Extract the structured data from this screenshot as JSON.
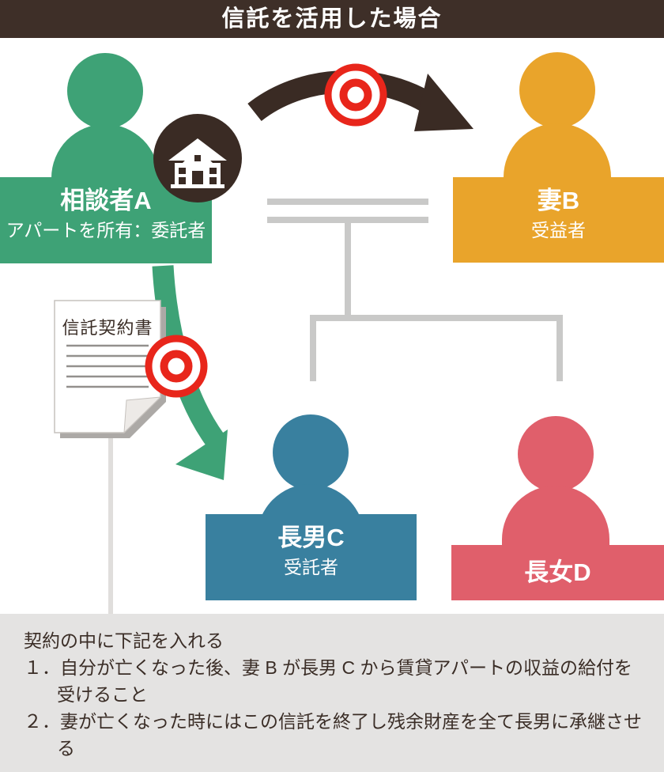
{
  "header": {
    "title": "信託を活用した場合"
  },
  "diagram": {
    "consultant": {
      "name": "相談者A",
      "role": "アパートを所有：委託者",
      "color": "#3EA276"
    },
    "wife": {
      "name": "妻B",
      "role": "受益者",
      "color": "#E9A42B"
    },
    "eldest_son": {
      "name": "長男C",
      "role": "受託者",
      "color": "#39809F"
    },
    "eldest_daughter": {
      "name": "長女D",
      "color": "#E05F6B"
    },
    "contract_document": {
      "title": "信託契約書"
    },
    "icons": {
      "house": "house-icon",
      "seal_top": "double-circle-seal-icon",
      "seal_contract": "double-circle-seal-icon",
      "trust_arrow": "brown-curved-arrow",
      "contract_arrow": "green-curved-arrow"
    }
  },
  "notes": {
    "intro": "契約の中に下記を入れる",
    "items": [
      "１．自分が亡くなった後、妻 B が長男 C から賃貸アパートの収益の給付を受けること",
      "２．妻が亡くなった時にはこの信託を終了し残余財産を全て長男に承継させる"
    ]
  },
  "colors": {
    "header_bg": "#3E2F28",
    "dark_brown": "#3A2B24",
    "green": "#3EA276",
    "orange": "#E9A42B",
    "blue": "#39809F",
    "pink": "#E05F6B",
    "red_seal": "#E8261B",
    "family_line": "#C9C9C8",
    "doc_stem": "#E0DEDC",
    "notes_bg": "#E4E3E2",
    "text_dark": "#3A2D26"
  }
}
